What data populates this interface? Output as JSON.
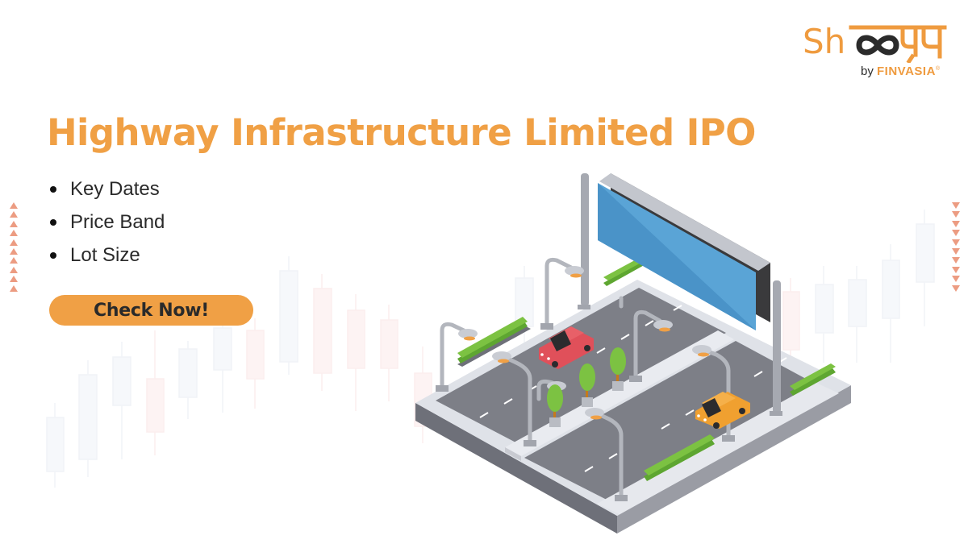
{
  "brand": {
    "logo_text": "Sh∞न्य",
    "by_label": "by",
    "parent_brand": "FINVASIA",
    "registered_mark": "®",
    "accent_color": "#f0a045"
  },
  "hero": {
    "title": "Highway Infrastructure Limited IPO",
    "bullets": [
      {
        "label": "Key Dates"
      },
      {
        "label": "Price Band"
      },
      {
        "label": "Lot Size"
      }
    ],
    "cta_label": "Check Now!"
  },
  "decor": {
    "left_arrows": {
      "direction": "up",
      "count": 10,
      "color": "#ec9c82"
    },
    "right_arrows": {
      "direction": "down",
      "count": 10,
      "color": "#ec9c82"
    },
    "background": "faint candlestick chart",
    "illustration": "isometric highway with billboard, street lamps, trees, red car and yellow car",
    "billboard_color": "#5aa4d6",
    "grass_color": "#7cc242",
    "road_color": "#7d7f87"
  }
}
